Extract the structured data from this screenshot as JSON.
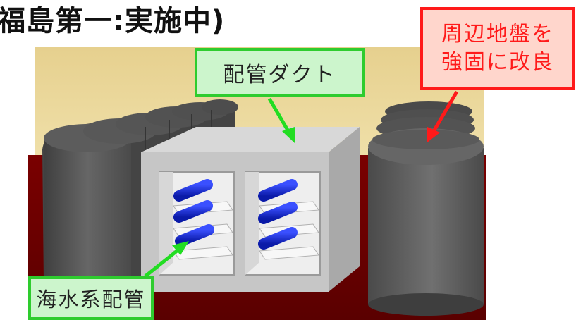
{
  "title": "福島第一:実施中)",
  "callouts": {
    "duct": "配管ダクト",
    "seawater_pipe": "海水系配管",
    "ground_line1": "周辺地盤を",
    "ground_line2": "強固に改良"
  },
  "colors": {
    "sky": "#e9d79a",
    "ground": "#6b0000",
    "concrete": "#c9c9c9",
    "columns": "#5a5a5a",
    "pipes": "#1a2ad8",
    "callout_green": "#2ecc2e",
    "callout_red": "#ff1a1a"
  }
}
